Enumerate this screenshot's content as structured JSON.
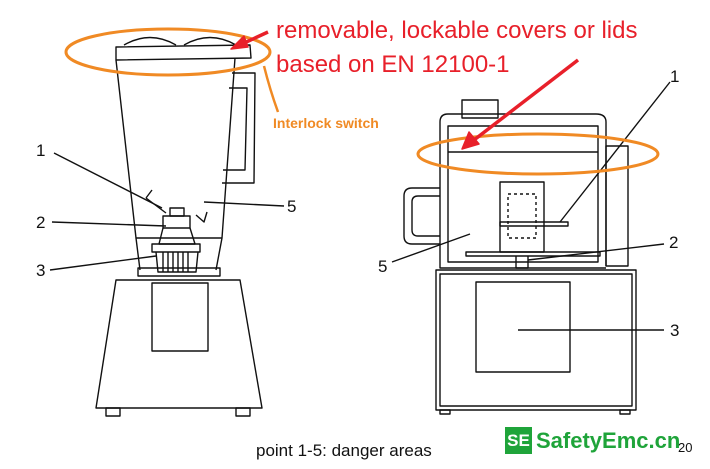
{
  "annotation": {
    "title_line1": "removable, lockable covers or lids",
    "title_line2": "based on EN 12100-1",
    "interlock_label": "Interlock switch",
    "accent_red": "#e8202a",
    "accent_orange": "#f08a24"
  },
  "left_figure": {
    "callouts": [
      "1",
      "2",
      "3",
      "5"
    ]
  },
  "right_figure": {
    "callouts": [
      "1",
      "2",
      "3",
      "5"
    ]
  },
  "footer": {
    "caption": "point 1-5: danger areas",
    "page_number": "20"
  },
  "logo": {
    "mark": "SE",
    "text": "SafetyEmc.cn",
    "color": "#1fa43a"
  }
}
